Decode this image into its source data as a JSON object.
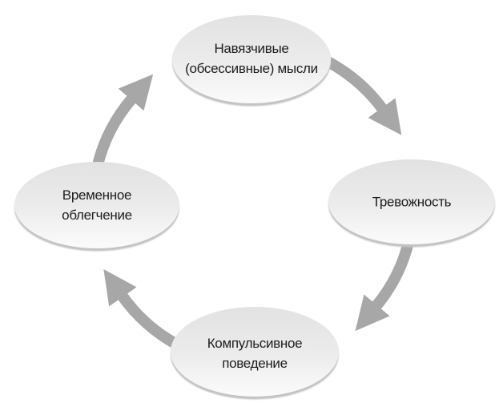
{
  "diagram": {
    "type": "cycle",
    "direction": "clockwise",
    "background_color": "#ffffff",
    "colors": {
      "node_fill_top": "#e2e2e2",
      "node_fill_mid": "#ebebeb",
      "node_fill_bottom": "#fbfbfb",
      "node_rim": "#c3c3c3",
      "arrow": "#a7a7a7",
      "text": "#1d1d1d"
    },
    "nodes": [
      {
        "id": "obsessive-thoughts",
        "position": "top",
        "label": "Навязчивые (обсессивные) мысли",
        "lines": [
          "Навязчивые",
          "(обсессивные) мысли"
        ]
      },
      {
        "id": "anxiety",
        "position": "right",
        "label": "Тревожность",
        "lines": [
          "Тревожность"
        ]
      },
      {
        "id": "compulsive-behavior",
        "position": "bottom",
        "label": "Компульсивное поведение",
        "lines": [
          "Компульсивное",
          "поведение"
        ]
      },
      {
        "id": "temporary-relief",
        "position": "left",
        "label": "Временное облегчение",
        "lines": [
          "Временное",
          "облегчение"
        ]
      }
    ],
    "arrows": [
      {
        "from": "obsessive-thoughts",
        "to": "anxiety"
      },
      {
        "from": "anxiety",
        "to": "compulsive-behavior"
      },
      {
        "from": "compulsive-behavior",
        "to": "temporary-relief"
      },
      {
        "from": "temporary-relief",
        "to": "obsessive-thoughts"
      }
    ]
  }
}
